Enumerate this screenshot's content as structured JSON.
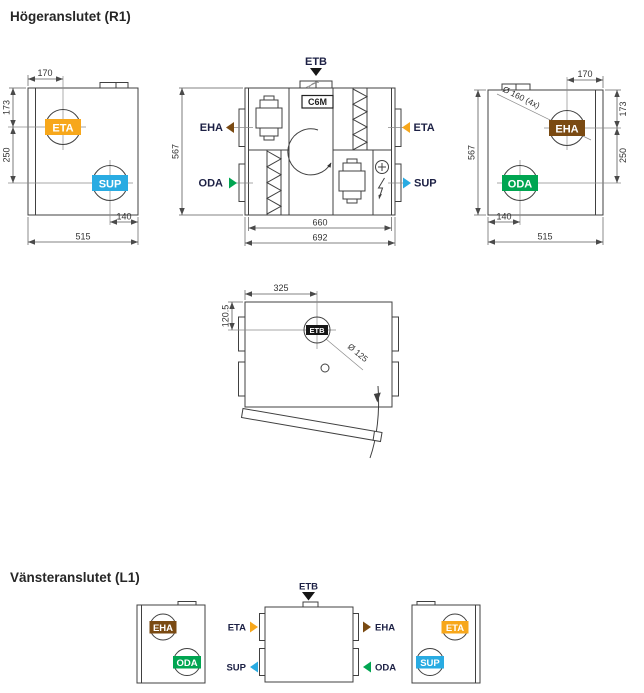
{
  "titles": {
    "r1": "Högeranslutet (R1)",
    "l1": "Vänsteranslutet (L1)"
  },
  "colors": {
    "eta": "#F7A71B",
    "sup": "#29ABE2",
    "eha": "#7A4A12",
    "oda": "#00A551",
    "etb": "#161616"
  },
  "r1": {
    "side_left": {
      "port_top": "ETA",
      "port_bottom": "SUP",
      "dim_width_top": "170",
      "dim_v1": "173",
      "dim_v2": "250",
      "dim_bottom_offset": "140",
      "dim_width_total": "515"
    },
    "front": {
      "etb": "ETB",
      "control": "C6M",
      "eha": "EHA",
      "oda": "ODA",
      "eta": "ETA",
      "sup": "SUP",
      "dim_height": "567",
      "dim_inner_width": "660",
      "dim_outer_width": "692"
    },
    "side_right": {
      "port_top": "EHA",
      "port_bottom": "ODA",
      "duct_note": "Ø 160 (4x)",
      "dim_width_top": "170",
      "dim_v1": "173",
      "dim_v2": "250",
      "dim_height": "567",
      "dim_bottom_offset": "140",
      "dim_width_total": "515"
    },
    "top": {
      "etb": "ETB",
      "duct_note": "Ø 125",
      "dim_etb_x": "325",
      "dim_etb_y": "120.5"
    }
  },
  "l1": {
    "side_left": {
      "port_top": "EHA",
      "port_bottom": "ODA"
    },
    "front": {
      "etb": "ETB",
      "left_top": "ETA",
      "left_bottom": "SUP",
      "right_top": "EHA",
      "right_bottom": "ODA"
    },
    "side_right": {
      "port_top": "ETA",
      "port_bottom": "SUP"
    }
  }
}
